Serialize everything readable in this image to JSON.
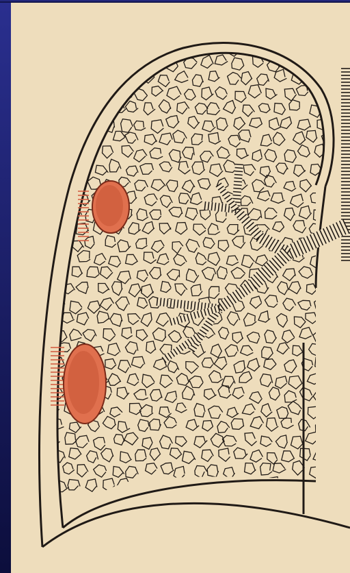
{
  "colors": {
    "frame_top": "#2a2f8f",
    "frame_bottom": "#0c0e3c",
    "paper": "#f1e2c4",
    "paper_shade": "#e8d4b0",
    "ink": "#201a16",
    "lesion_fill": "#e0704e",
    "lesion_dark": "#b84428",
    "lesion_edge": "#7a2a18",
    "pleural_hatch": "#d25e42"
  },
  "diagram": {
    "subject": "lung-section-with-pleural-lesions",
    "lesion_count": 2,
    "bronchus_count": 1,
    "lobar_branches": 2
  }
}
